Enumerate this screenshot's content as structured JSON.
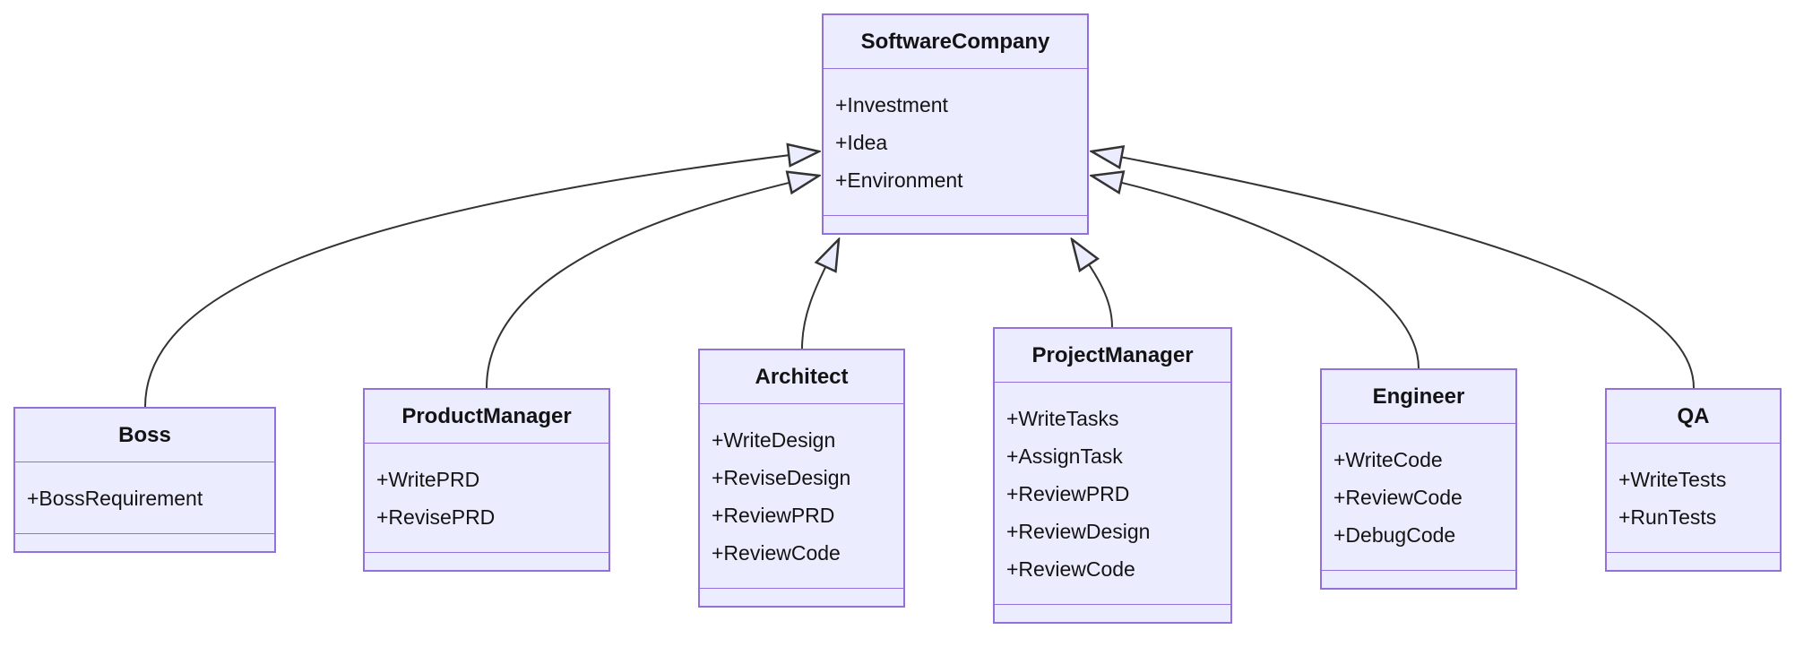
{
  "diagram": {
    "type": "uml-class-diagram",
    "colors": {
      "node_fill": "#ECECFF",
      "node_border": "#9370DB",
      "edge_color": "#333333",
      "text_color": "#131313"
    },
    "classes": [
      {
        "name": "SoftwareCompany",
        "attributes": [
          "+Investment",
          "+Idea",
          "+Environment"
        ],
        "methods": []
      },
      {
        "name": "Boss",
        "attributes": [
          "+BossRequirement"
        ],
        "methods": []
      },
      {
        "name": "ProductManager",
        "attributes": [
          "+WritePRD",
          "+RevisePRD"
        ],
        "methods": []
      },
      {
        "name": "Architect",
        "attributes": [
          "+WriteDesign",
          "+ReviseDesign",
          "+ReviewPRD",
          "+ReviewCode"
        ],
        "methods": []
      },
      {
        "name": "ProjectManager",
        "attributes": [
          "+WriteTasks",
          "+AssignTask",
          "+ReviewPRD",
          "+ReviewDesign",
          "+ReviewCode"
        ],
        "methods": []
      },
      {
        "name": "Engineer",
        "attributes": [
          "+WriteCode",
          "+ReviewCode",
          "+DebugCode"
        ],
        "methods": []
      },
      {
        "name": "QA",
        "attributes": [
          "+WriteTests",
          "+RunTests"
        ],
        "methods": []
      }
    ],
    "relationships": [
      {
        "from": "Boss",
        "to": "SoftwareCompany",
        "type": "inheritance"
      },
      {
        "from": "ProductManager",
        "to": "SoftwareCompany",
        "type": "inheritance"
      },
      {
        "from": "Architect",
        "to": "SoftwareCompany",
        "type": "inheritance"
      },
      {
        "from": "ProjectManager",
        "to": "SoftwareCompany",
        "type": "inheritance"
      },
      {
        "from": "Engineer",
        "to": "SoftwareCompany",
        "type": "inheritance"
      },
      {
        "from": "QA",
        "to": "SoftwareCompany",
        "type": "inheritance"
      }
    ]
  }
}
